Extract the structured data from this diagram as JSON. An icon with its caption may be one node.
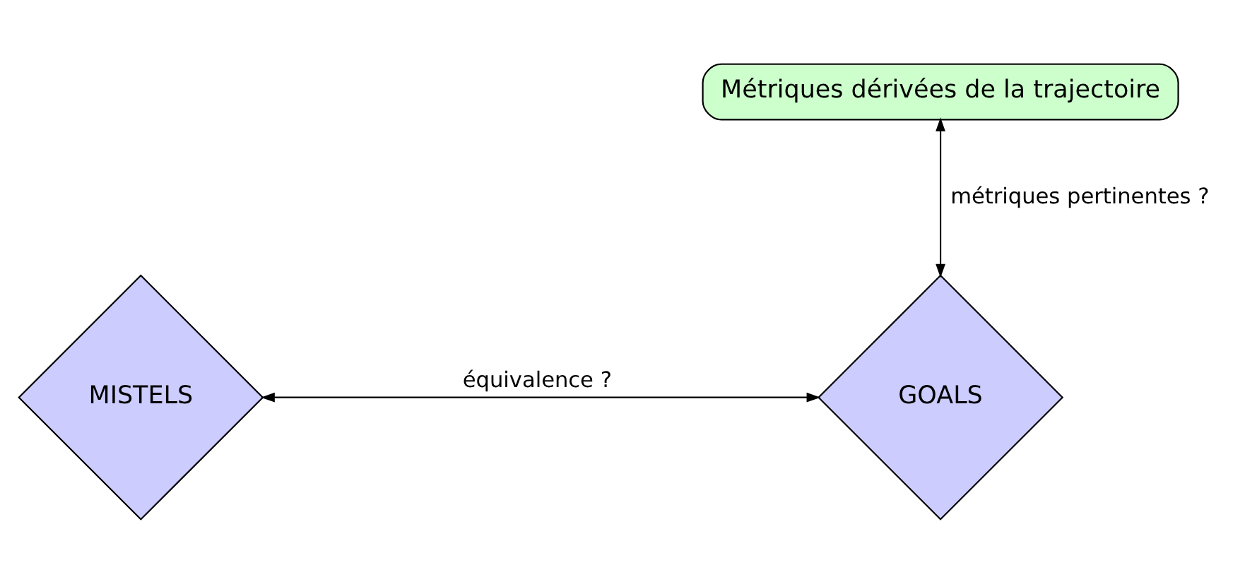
{
  "diagram": {
    "nodes": [
      {
        "text": [
          "MISTELS"
        ]
      },
      {
        "text": [
          "GOALS"
        ]
      },
      {
        "text": [
          "Métriques dérivées de la trajectoire"
        ]
      }
    ],
    "edges": [
      {
        "from": 0,
        "to": 1,
        "arrow": "both",
        "label": "équivalence ?"
      },
      {
        "from": 2,
        "to": 1,
        "arrow": "both",
        "label": "métriques pertinentes ?"
      }
    ]
  }
}
